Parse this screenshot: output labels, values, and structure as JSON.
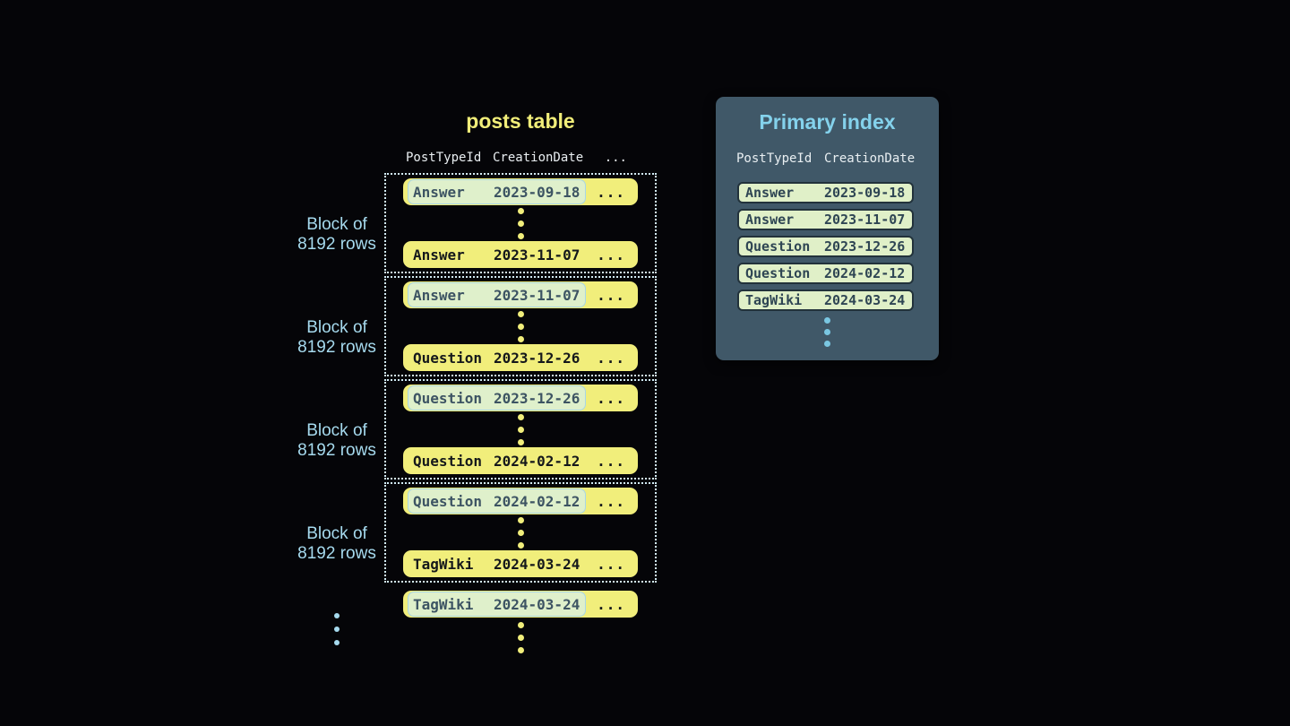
{
  "posts_table": {
    "title": "posts table",
    "headers": {
      "col1": "PostTypeId",
      "col2": "CreationDate",
      "more": "..."
    },
    "ellipsis": "...",
    "block_label_line1": "Block of",
    "block_label_line2": "8192 rows",
    "blocks": [
      {
        "first": {
          "type": "Answer",
          "date": "2023-09-18"
        },
        "last": {
          "type": "Answer",
          "date": "2023-11-07"
        }
      },
      {
        "first": {
          "type": "Answer",
          "date": "2023-11-07"
        },
        "last": {
          "type": "Question",
          "date": "2023-12-26"
        }
      },
      {
        "first": {
          "type": "Question",
          "date": "2023-12-26"
        },
        "last": {
          "type": "Question",
          "date": "2024-02-12"
        }
      },
      {
        "first": {
          "type": "Question",
          "date": "2024-02-12"
        },
        "last": {
          "type": "TagWiki",
          "date": "2024-03-24"
        }
      }
    ],
    "overflow_row": {
      "type": "TagWiki",
      "date": "2024-03-24"
    }
  },
  "primary_index": {
    "title": "Primary index",
    "headers": {
      "col1": "PostTypeId",
      "col2": "CreationDate"
    },
    "entries": [
      {
        "type": "Answer",
        "date": "2023-09-18"
      },
      {
        "type": "Answer",
        "date": "2023-11-07"
      },
      {
        "type": "Question",
        "date": "2023-12-26"
      },
      {
        "type": "Question",
        "date": "2024-02-12"
      },
      {
        "type": "TagWiki",
        "date": "2024-03-24"
      }
    ]
  },
  "colors": {
    "background": "#050508",
    "row_yellow": "#f1ee7b",
    "row_text_dark": "#15181b",
    "highlight_green": "#dff0cb",
    "highlight_border_blue": "#a8d6e6",
    "highlight_text_slate": "#3d5463",
    "block_border_dotted": "#d2ebf5",
    "label_blue": "#a6daee",
    "panel_slate": "#405868",
    "panel_title_blue": "#84d2ec",
    "index_pill_green": "#e0f0c8",
    "index_pill_border": "#22323b",
    "index_dots_blue": "#7ac7e2",
    "header_text": "#e9eef1",
    "title_yellow": "#f1ee79"
  }
}
